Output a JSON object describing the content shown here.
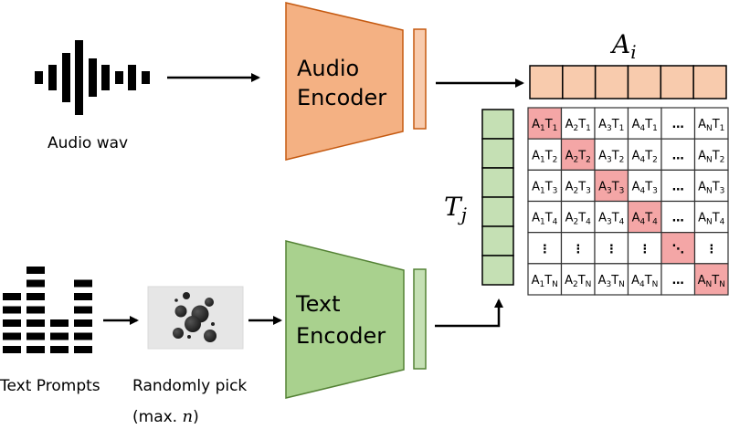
{
  "colors": {
    "audio_fill": "#f4b183",
    "audio_stroke": "#c55a11",
    "audio_light": "#f8cbad",
    "text_fill": "#a9d18e",
    "text_stroke": "#548235",
    "text_light": "#c5e0b4",
    "diag_highlight": "#f4a6a6",
    "pick_box": "#e6e6e6"
  },
  "audio": {
    "input_label": "Audio wav",
    "encoder_line1": "Audio",
    "encoder_line2": "Encoder",
    "embedding_label": "A",
    "embedding_sub": "i",
    "embedding_cells": 6
  },
  "text": {
    "input_label": "Text Prompts",
    "pick_label": "Randomly pick",
    "pick_sublabel_prefix": "(max. ",
    "pick_sublabel_var": "n",
    "pick_sublabel_suffix": ")",
    "encoder_line1": "Text",
    "encoder_line2": "Encoder",
    "embedding_label": "T",
    "embedding_sub": "j",
    "embedding_cells": 6
  },
  "matrix": {
    "rows": [
      [
        {
          "a": "A",
          "as": "1",
          "t": "T",
          "ts": "1",
          "hl": true
        },
        {
          "a": "A",
          "as": "2",
          "t": "T",
          "ts": "1"
        },
        {
          "a": "A",
          "as": "3",
          "t": "T",
          "ts": "1"
        },
        {
          "a": "A",
          "as": "4",
          "t": "T",
          "ts": "1"
        },
        {
          "dots": "…"
        },
        {
          "a": "A",
          "as": "N",
          "t": "T",
          "ts": "1"
        }
      ],
      [
        {
          "a": "A",
          "as": "1",
          "t": "T",
          "ts": "2"
        },
        {
          "a": "A",
          "as": "2",
          "t": "T",
          "ts": "2",
          "hl": true
        },
        {
          "a": "A",
          "as": "3",
          "t": "T",
          "ts": "2"
        },
        {
          "a": "A",
          "as": "4",
          "t": "T",
          "ts": "2"
        },
        {
          "dots": "…"
        },
        {
          "a": "A",
          "as": "N",
          "t": "T",
          "ts": "2"
        }
      ],
      [
        {
          "a": "A",
          "as": "1",
          "t": "T",
          "ts": "3"
        },
        {
          "a": "A",
          "as": "2",
          "t": "T",
          "ts": "3"
        },
        {
          "a": "A",
          "as": "3",
          "t": "T",
          "ts": "3",
          "hl": true
        },
        {
          "a": "A",
          "as": "4",
          "t": "T",
          "ts": "3"
        },
        {
          "dots": "…"
        },
        {
          "a": "A",
          "as": "N",
          "t": "T",
          "ts": "3"
        }
      ],
      [
        {
          "a": "A",
          "as": "1",
          "t": "T",
          "ts": "4"
        },
        {
          "a": "A",
          "as": "2",
          "t": "T",
          "ts": "4"
        },
        {
          "a": "A",
          "as": "3",
          "t": "T",
          "ts": "4"
        },
        {
          "a": "A",
          "as": "4",
          "t": "T",
          "ts": "4",
          "hl": true
        },
        {
          "dots": "…"
        },
        {
          "a": "A",
          "as": "N",
          "t": "T",
          "ts": "4"
        }
      ],
      [
        {
          "dots": "⋮"
        },
        {
          "dots": "⋮"
        },
        {
          "dots": "⋮"
        },
        {
          "dots": "⋮"
        },
        {
          "dots": "⋱",
          "hl": true
        },
        {
          "dots": "⋮"
        }
      ],
      [
        {
          "a": "A",
          "as": "1",
          "t": "T",
          "ts": "N"
        },
        {
          "a": "A",
          "as": "2",
          "t": "T",
          "ts": "N"
        },
        {
          "a": "A",
          "as": "3",
          "t": "T",
          "ts": "N"
        },
        {
          "a": "A",
          "as": "4",
          "t": "T",
          "ts": "N"
        },
        {
          "dots": "…"
        },
        {
          "a": "A",
          "as": "N",
          "t": "T",
          "ts": "N",
          "hl": true
        }
      ]
    ]
  }
}
